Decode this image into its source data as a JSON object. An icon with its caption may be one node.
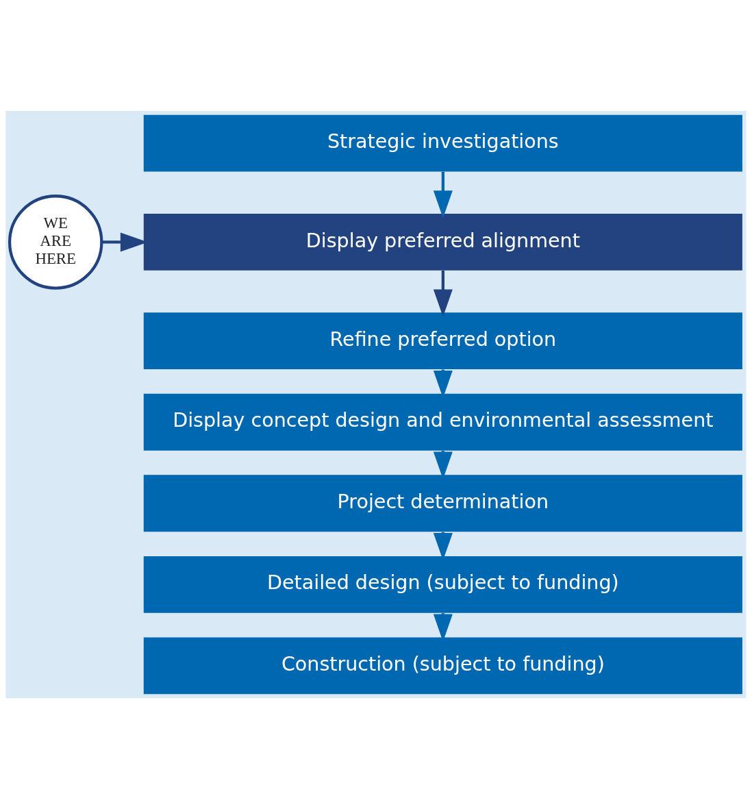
{
  "diagram": {
    "nodes": [
      {
        "text": [
          "Strategic investigations"
        ]
      },
      {
        "text": [
          "Display preferred alignment"
        ]
      },
      {
        "text": [
          "Refine preferred option"
        ]
      },
      {
        "text": [
          "Display concept design and environmental assessment"
        ]
      },
      {
        "text": [
          "Project determination"
        ]
      },
      {
        "text": [
          "Detailed design (subject to funding)"
        ]
      },
      {
        "text": [
          "Construction (subject to funding)"
        ]
      },
      {
        "text": [
          "WE ARE HERE"
        ]
      }
    ],
    "edges": [
      {
        "from": 0,
        "to": 1,
        "arrow": "to"
      },
      {
        "from": 1,
        "to": 2,
        "arrow": "to",
        "color": "#22437f"
      },
      {
        "from": 2,
        "to": 3,
        "arrow": "to"
      },
      {
        "from": 3,
        "to": 4,
        "arrow": "to"
      },
      {
        "from": 4,
        "to": 5,
        "arrow": "to"
      },
      {
        "from": 5,
        "to": 6,
        "arrow": "to"
      },
      {
        "from": 7,
        "to": 1,
        "arrow": "to",
        "color": "#22437f"
      }
    ]
  }
}
